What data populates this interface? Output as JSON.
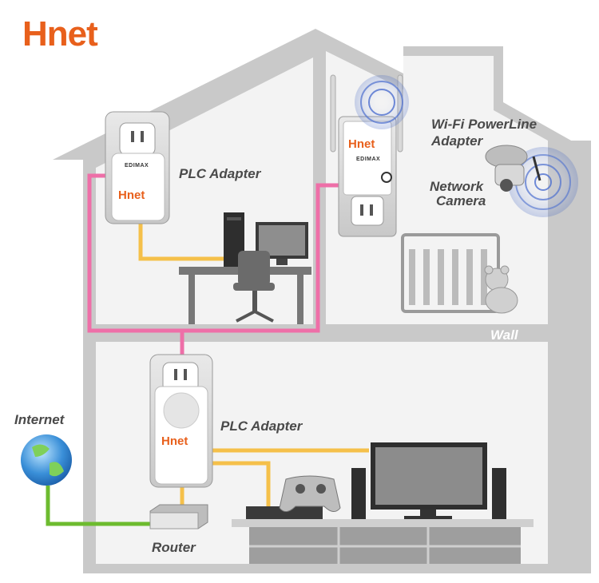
{
  "logo": {
    "text": "Hnet"
  },
  "labels": {
    "plc_adapter_top": "PLC Adapter",
    "wifi_powerline_line1": "Wi-Fi PowerLine",
    "wifi_powerline_line2": "Adapter",
    "network_camera_line1": "Network",
    "network_camera_line2": "Camera",
    "wall": "Wall",
    "internet": "Internet",
    "plc_adapter_bottom": "PLC Adapter",
    "router": "Router"
  },
  "device_brand": "Hnet",
  "device_maker": "EDIMAX",
  "colors": {
    "house": "#c9c9c9",
    "house_inner": "#f2f2f2",
    "powerline": "#ee6fa8",
    "ethernet": "#f5c04a",
    "internet_link": "#6dbb2f",
    "brand": "#e8601c",
    "text": "#4a4a4a"
  }
}
